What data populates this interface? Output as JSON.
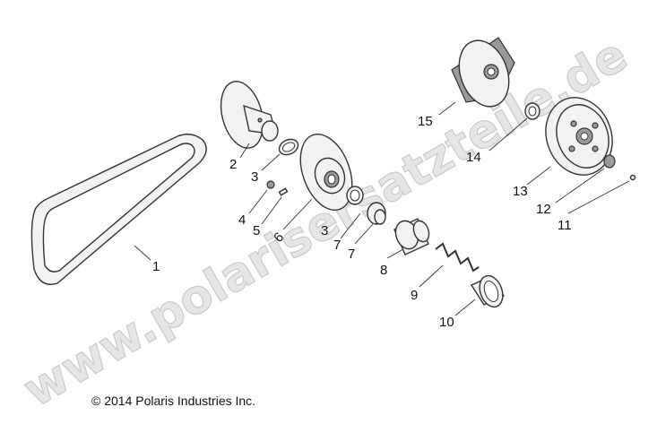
{
  "watermark": "www.polarisersatzteile.de",
  "copyright": "© 2014 Polaris Industries Inc.",
  "callouts": {
    "p1": "1",
    "p2": "2",
    "p3a": "3",
    "p3b": "3",
    "p4": "4",
    "p5": "5",
    "p6": "6",
    "p7a": "7",
    "p7b": "7",
    "p8": "8",
    "p9": "9",
    "p10": "10",
    "p11": "11",
    "p12": "12",
    "p13": "13",
    "p14": "14",
    "p15": "15"
  }
}
